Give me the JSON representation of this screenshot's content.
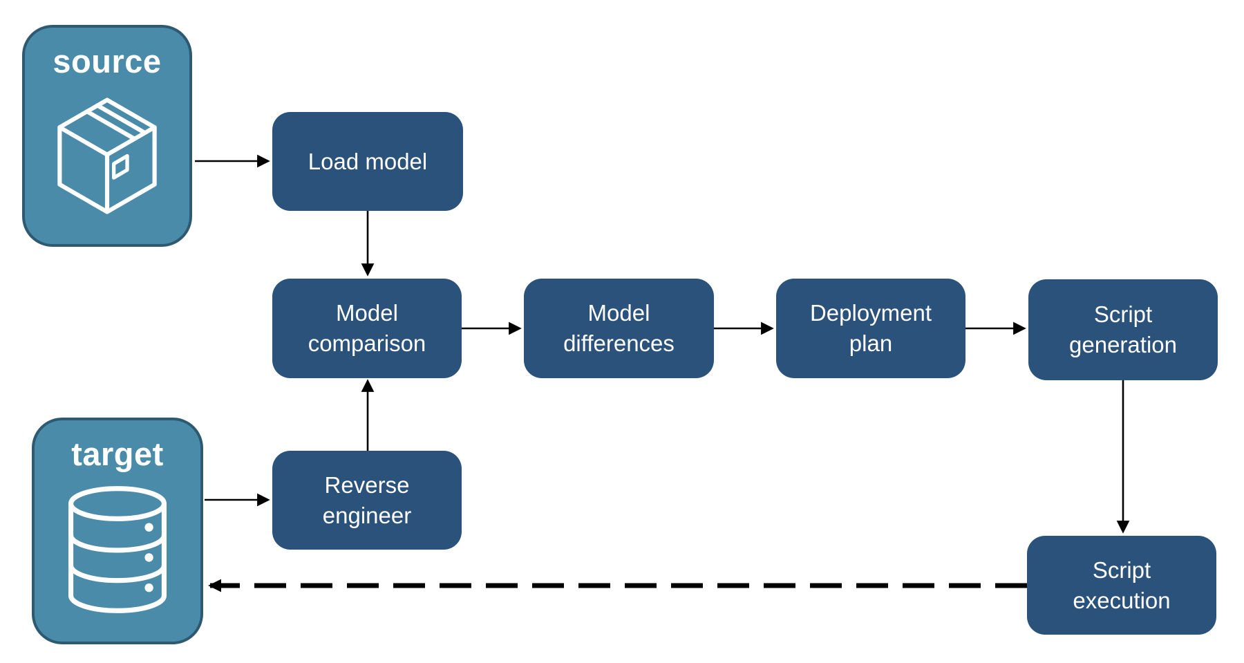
{
  "diagram": {
    "entities": {
      "source": {
        "label": "source",
        "icon": "package-icon"
      },
      "target": {
        "label": "target",
        "icon": "database-icon"
      }
    },
    "nodes": {
      "load_model": {
        "label": "Load model"
      },
      "model_comparison": {
        "label": "Model comparison"
      },
      "model_differences": {
        "label": "Model differences"
      },
      "deployment_plan": {
        "label": "Deployment plan"
      },
      "script_generation": {
        "label": "Script generation"
      },
      "reverse_engineer": {
        "label": "Reverse engineer"
      },
      "script_execution": {
        "label": "Script execution"
      }
    },
    "edges": [
      {
        "from": "source",
        "to": "load_model",
        "style": "solid"
      },
      {
        "from": "load_model",
        "to": "model_comparison",
        "style": "solid"
      },
      {
        "from": "model_comparison",
        "to": "model_differences",
        "style": "solid"
      },
      {
        "from": "model_differences",
        "to": "deployment_plan",
        "style": "solid"
      },
      {
        "from": "deployment_plan",
        "to": "script_generation",
        "style": "solid"
      },
      {
        "from": "script_generation",
        "to": "script_execution",
        "style": "solid"
      },
      {
        "from": "target",
        "to": "reverse_engineer",
        "style": "solid"
      },
      {
        "from": "reverse_engineer",
        "to": "model_comparison",
        "style": "solid"
      },
      {
        "from": "script_execution",
        "to": "target",
        "style": "dashed"
      }
    ],
    "colors": {
      "entity_fill": "#4A8BA9",
      "entity_border": "#2D5A70",
      "node_fill": "#2A527A",
      "text": "#FFFFFF",
      "arrow": "#000000",
      "background": "#FFFFFF"
    }
  }
}
